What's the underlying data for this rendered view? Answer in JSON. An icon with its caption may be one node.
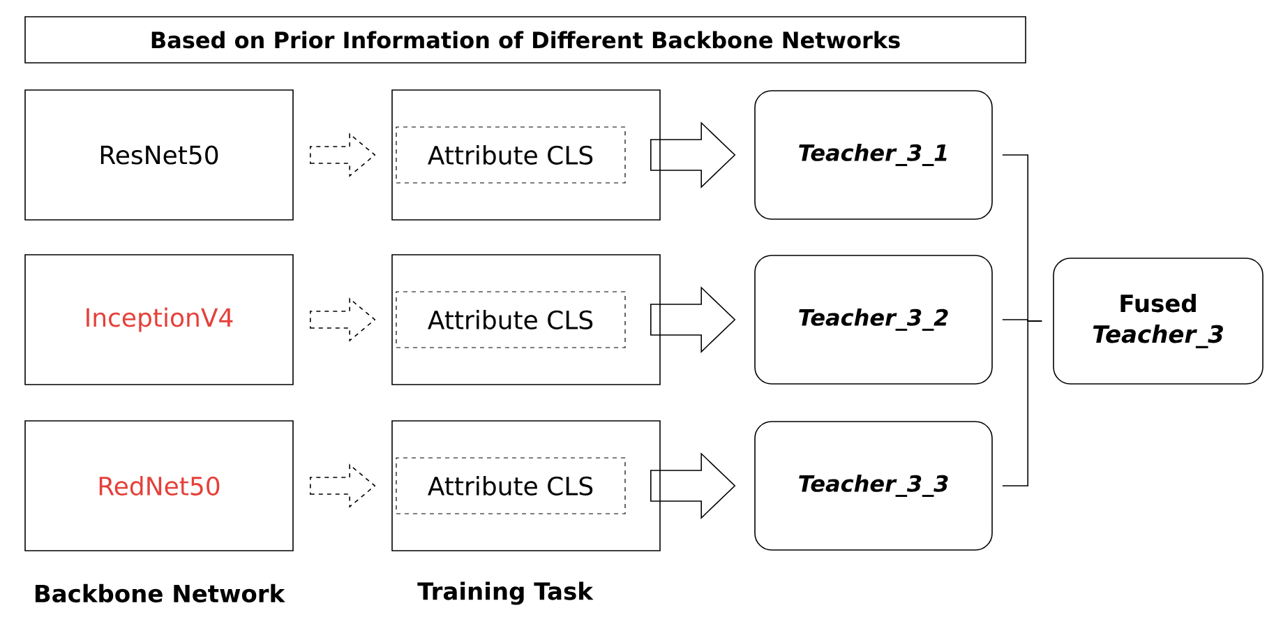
{
  "diagram": {
    "title": "Based on Prior Information of Different Backbone Networks",
    "nodes": [
      {
        "text": [
          "ResNet50"
        ]
      },
      {
        "text": [],
        "shape": "box"
      },
      {
        "text": [
          "Attribute CLS"
        ],
        "in": 1
      },
      {
        "text": [
          "Teacher_3_1"
        ]
      },
      {
        "text": [
          "InceptionV4"
        ]
      },
      {
        "text": [],
        "shape": "box"
      },
      {
        "text": [
          "Attribute CLS"
        ],
        "in": 5
      },
      {
        "text": [
          "Teacher_3_2"
        ]
      },
      {
        "text": [
          "RedNet50"
        ]
      },
      {
        "text": [],
        "shape": "box"
      },
      {
        "text": [
          "Attribute CLS"
        ],
        "in": 9
      },
      {
        "text": [
          "Teacher_3_3"
        ]
      },
      {
        "text": [
          "Fused *Teacher_3*"
        ]
      }
    ],
    "edges": [
      {
        "from": 0,
        "to": 1,
        "arrow": "to",
        "style": "dashed"
      },
      {
        "from": 1,
        "to": 3,
        "arrow": "to"
      },
      {
        "from": 4,
        "to": 5,
        "arrow": "to",
        "style": "dashed"
      },
      {
        "from": 5,
        "to": 7,
        "arrow": "to"
      },
      {
        "from": 8,
        "to": 9,
        "arrow": "to",
        "style": "dashed"
      },
      {
        "from": 9,
        "to": 11,
        "arrow": "to"
      },
      {
        "from": 3,
        "to": 12,
        "arrow": "none"
      },
      {
        "from": 7,
        "to": 12,
        "arrow": "none"
      },
      {
        "from": 11,
        "to": 12,
        "arrow": "none"
      }
    ],
    "labels": [
      "Backbone Network",
      "Training Task"
    ]
  }
}
